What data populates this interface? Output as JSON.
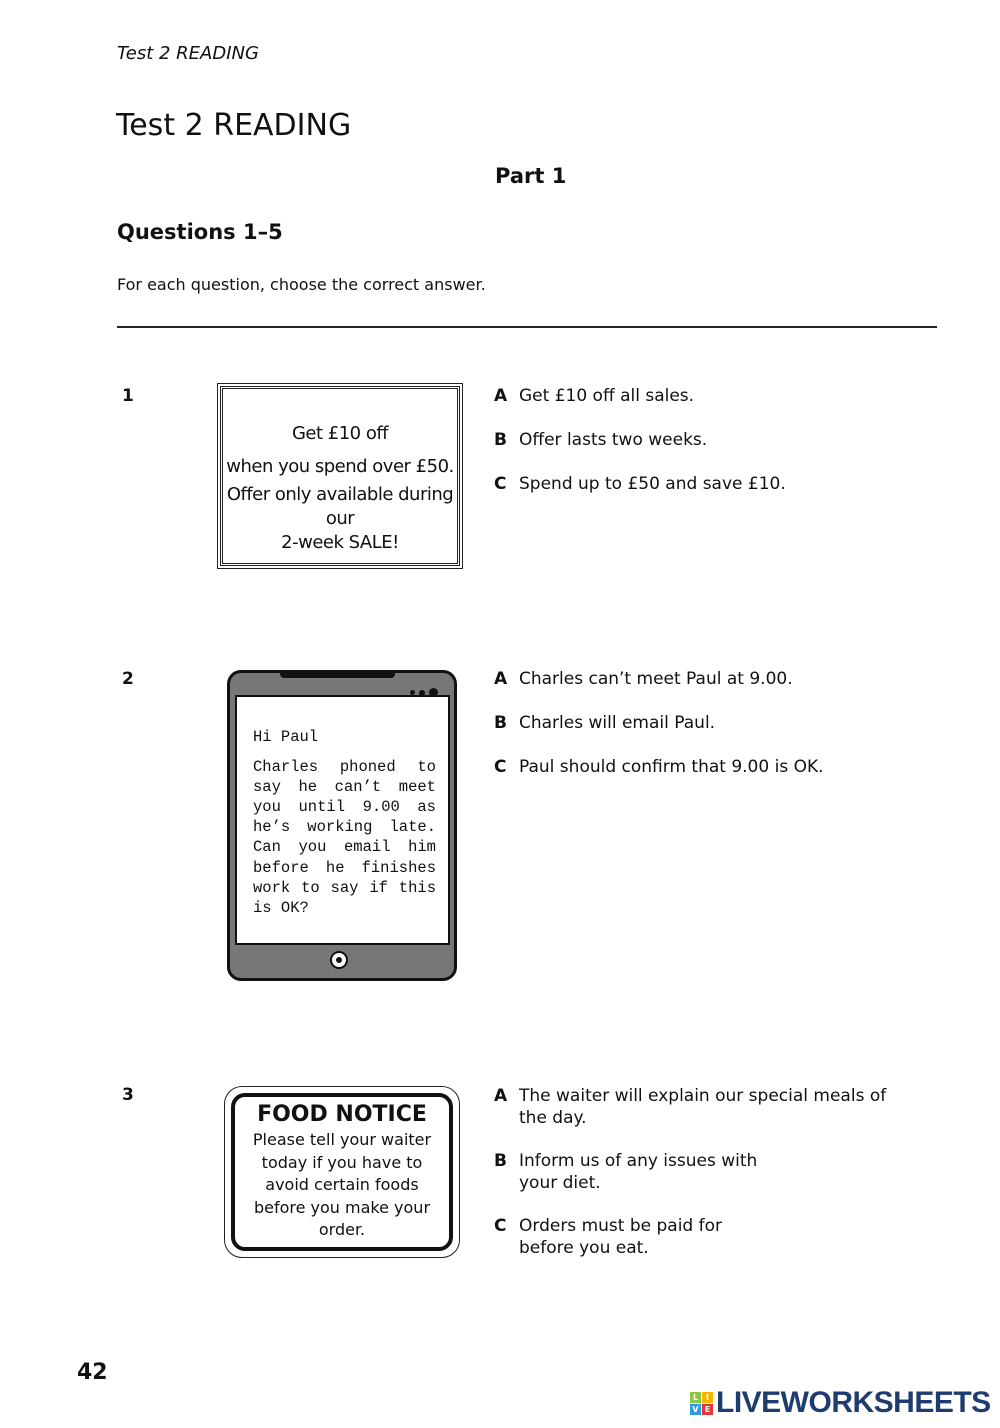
{
  "running_head": "Test 2 READING",
  "title": "Test 2 READING",
  "part": "Part 1",
  "questions_heading": "Questions 1–5",
  "instruction": "For each question, choose the correct answer.",
  "questions": [
    {
      "number": "1",
      "sign": [
        "Get £10 off",
        "when you spend over £50.",
        "Offer only available during our",
        "2-week SALE!"
      ],
      "options": [
        {
          "letter": "A",
          "text": "Get £10 off all sales."
        },
        {
          "letter": "B",
          "text": "Offer lasts two weeks."
        },
        {
          "letter": "C",
          "text": "Spend up to £50 and save £10."
        }
      ]
    },
    {
      "number": "2",
      "message": {
        "greeting": "Hi Paul",
        "body": "Charles phoned to say he can’t meet you until 9.00 as he’s working late. Can you email him before he finishes work to say if this is OK?"
      },
      "options": [
        {
          "letter": "A",
          "text": "Charles can’t meet Paul at 9.00."
        },
        {
          "letter": "B",
          "text": "Charles will email Paul."
        },
        {
          "letter": "C",
          "text": "Paul should confirm that 9.00 is OK."
        }
      ]
    },
    {
      "number": "3",
      "notice": {
        "heading": "FOOD NOTICE",
        "body": "Please tell your waiter today if you have to avoid certain foods before you make your order."
      },
      "options": [
        {
          "letter": "A",
          "text": "The waiter will explain our special meals of the day."
        },
        {
          "letter": "B",
          "text": "Inform us of any issues with your diet."
        },
        {
          "letter": "C",
          "text": "Orders must be paid for before you eat."
        }
      ]
    }
  ],
  "page_number": "42",
  "logo": {
    "tiles": [
      "L",
      "I",
      "V",
      "E"
    ],
    "text": "LIVEWORKSHEETS",
    "colors": [
      "#8dc63f",
      "#f7b500",
      "#2f9be0",
      "#e5373a"
    ]
  }
}
